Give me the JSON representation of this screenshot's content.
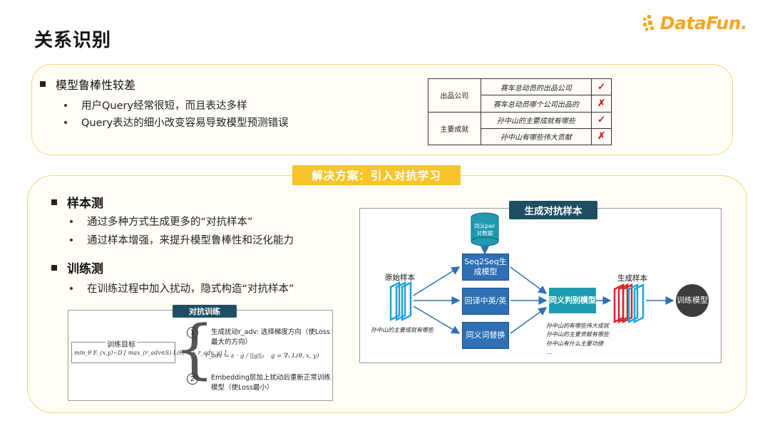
{
  "header": {
    "title": "关系识别",
    "logo_text": "DataFun."
  },
  "problem": {
    "heading": "模型鲁棒性较差",
    "points": [
      "用户Query经常很短，而且表达多样",
      "Query表达的细小改变容易导致模型预测错误"
    ]
  },
  "relation_table": {
    "rows": [
      {
        "category": "出品公司",
        "query": "赛车总动员的出品公司",
        "mark": "✓"
      },
      {
        "category": "",
        "query": "赛车总动员哪个公司出品的",
        "mark": "✗"
      },
      {
        "category": "主要成就",
        "query": "孙中山的主要成就有哪些",
        "mark": "✓"
      },
      {
        "category": "",
        "query": "孙中山有哪些伟大贡献",
        "mark": "✗"
      }
    ]
  },
  "solution": {
    "banner": "解决方案：引入对抗学习",
    "sample_side": {
      "heading": "样本测",
      "points": [
        "通过多种方式生成更多的“对抗样本”",
        "通过样本增强，来提升模型鲁棒性和泛化能力"
      ]
    },
    "training_side": {
      "heading": "训练测",
      "points": [
        "在训练过程中加入扰动，隐式构造“对抗样本”"
      ]
    }
  },
  "adv_training": {
    "title": "对抗训练",
    "goal_label": "训练目标",
    "goal_formula": "min_θ E_(x,y)~D [ max_(r_adv∈S) L(θ, x + r_adv, y) ]",
    "step1_num": "1",
    "step1_text": "生成扰动r_adv: 选择梯度方向（使Loss最大的方向）",
    "step1_formula_a": "r_adv = ε · g / ||g||₂",
    "step1_formula_b": "g = ∇ₓ L(θ, x, y)",
    "step2_num": "2",
    "step2_text": "Embedding层加上扰动后重新正常训练模型（使Loss最小）"
  },
  "gen_diagram": {
    "title": "生成对抗样本",
    "db_label": "同义pair对数据",
    "original_label": "原始样本",
    "original_example": "孙中山的主要成就有哪些",
    "box_seq2seq": "Seq2Seq生成模型",
    "box_backtrans": "回译中英/英",
    "box_synonym": "同义词替换",
    "judge_box": "同义判别模型",
    "gen_label": "生成样本",
    "train_circle": "训练模型",
    "generated_examples": [
      "孙中山的有哪些伟大成就",
      "孙中山的主要贡献有哪些",
      "孙中山有什么主要功绩",
      "..."
    ]
  },
  "colors": {
    "accent_yellow": "#f7c52b",
    "panel_border": "#f6d67c",
    "logo_orange": "#f5a623",
    "dark_teal": "#1f4e63",
    "blue_box": "#2e6fb5",
    "teal_box": "#1e9bb0",
    "red_mark": "#d01818"
  }
}
